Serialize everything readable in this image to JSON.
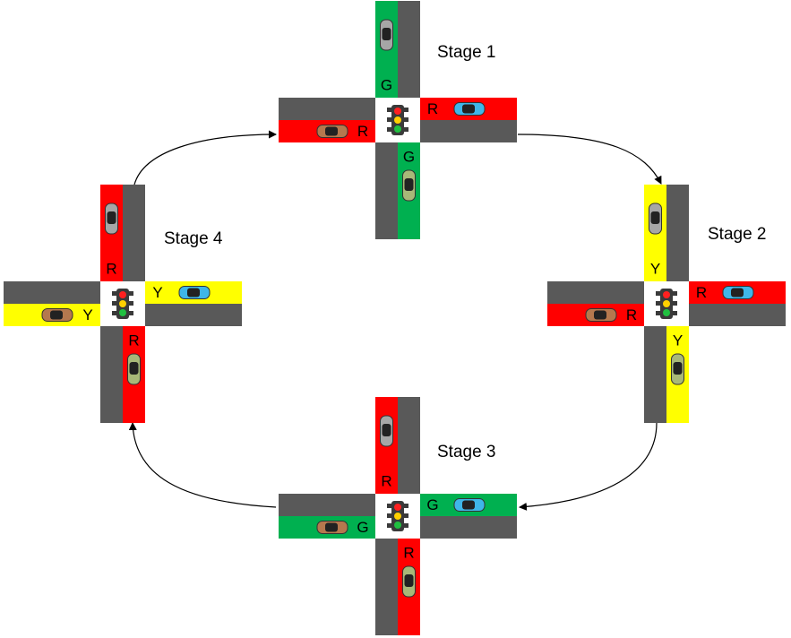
{
  "colors": {
    "road": "#595959",
    "red": "#ff0000",
    "green": "#00b050",
    "yellow": "#ffff00",
    "intersection": "#ffffff",
    "light_body": "#3a3a3a",
    "light_red": "#ff2020",
    "light_yellow": "#ffd000",
    "light_green": "#20c040",
    "car_grey": "#a6a6a6",
    "car_blue": "#3fb6e8",
    "car_brown": "#b5784e",
    "car_olive": "#a8b878",
    "arrow": "#000000"
  },
  "stages": [
    {
      "title": "Stage 1",
      "lanes": {
        "north_in": {
          "letter": "G",
          "color": "green",
          "car": "car_grey"
        },
        "south_in": {
          "letter": "G",
          "color": "green",
          "car": "car_olive"
        },
        "east_in": {
          "letter": "R",
          "color": "red",
          "car": "car_blue"
        },
        "west_in": {
          "letter": "R",
          "color": "red",
          "car": "car_brown"
        }
      }
    },
    {
      "title": "Stage 2",
      "lanes": {
        "north_in": {
          "letter": "Y",
          "color": "yellow",
          "car": "car_grey"
        },
        "south_in": {
          "letter": "Y",
          "color": "yellow",
          "car": "car_olive"
        },
        "east_in": {
          "letter": "R",
          "color": "red",
          "car": "car_blue"
        },
        "west_in": {
          "letter": "R",
          "color": "red",
          "car": "car_brown"
        }
      }
    },
    {
      "title": "Stage 3",
      "lanes": {
        "north_in": {
          "letter": "R",
          "color": "red",
          "car": "car_grey"
        },
        "south_in": {
          "letter": "R",
          "color": "red",
          "car": "car_olive"
        },
        "east_in": {
          "letter": "G",
          "color": "green",
          "car": "car_blue"
        },
        "west_in": {
          "letter": "G",
          "color": "green",
          "car": "car_brown"
        }
      }
    },
    {
      "title": "Stage 4",
      "lanes": {
        "north_in": {
          "letter": "R",
          "color": "red",
          "car": "car_grey"
        },
        "south_in": {
          "letter": "R",
          "color": "red",
          "car": "car_olive"
        },
        "east_in": {
          "letter": "Y",
          "color": "yellow",
          "car": "car_blue"
        },
        "west_in": {
          "letter": "Y",
          "color": "yellow",
          "car": "car_brown"
        }
      }
    }
  ],
  "cycle_arrows": [
    {
      "from": "Stage 1",
      "to": "Stage 2"
    },
    {
      "from": "Stage 2",
      "to": "Stage 3"
    },
    {
      "from": "Stage 3",
      "to": "Stage 4"
    },
    {
      "from": "Stage 4",
      "to": "Stage 1"
    }
  ]
}
